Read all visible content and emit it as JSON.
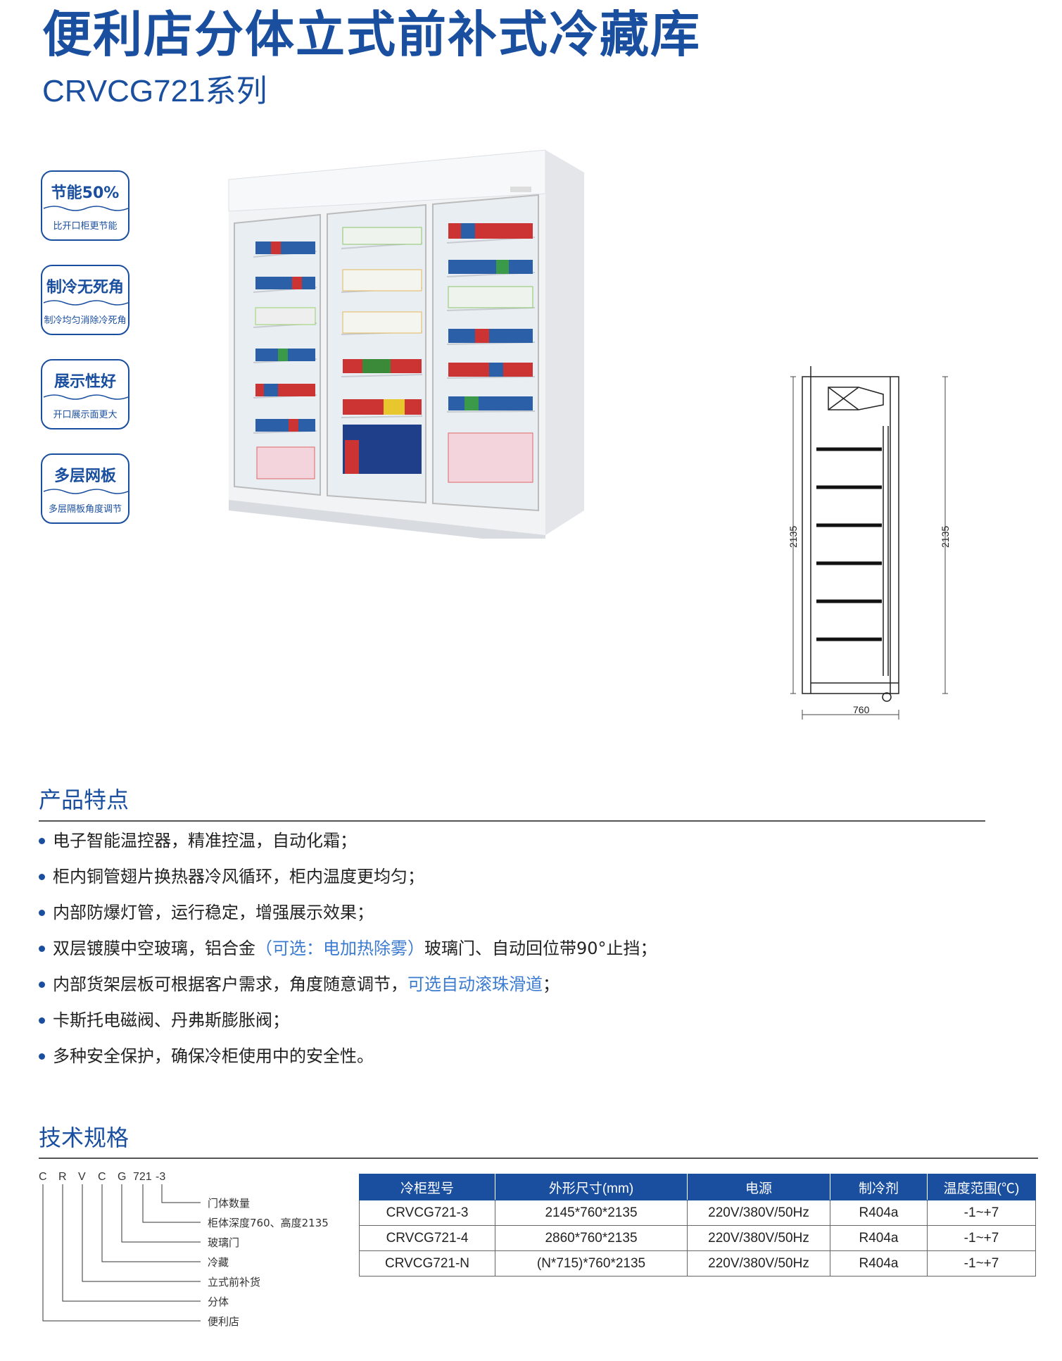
{
  "header": {
    "title": "便利店分体立式前补式冷藏库",
    "subtitle": "CRVCG721系列"
  },
  "badges": [
    {
      "title": "节能50%",
      "sub": "比开口柜更节能"
    },
    {
      "title": "制冷无死角",
      "sub": "制冷均匀消除冷死角"
    },
    {
      "title": "展示性好",
      "sub": "开口展示面更大"
    },
    {
      "title": "多层网板",
      "sub": "多层隔板角度调节"
    }
  ],
  "drawing": {
    "height_left": "2135",
    "height_right": "2135",
    "depth": "760"
  },
  "features": {
    "title": "产品特点",
    "items": [
      {
        "text": "电子智能温控器，精准控温，自动化霜；",
        "hl": "",
        "tail": ""
      },
      {
        "text": "柜内铜管翅片换热器冷风循环，柜内温度更均匀；",
        "hl": "",
        "tail": ""
      },
      {
        "text": "内部防爆灯管，运行稳定，增强展示效果；",
        "hl": "",
        "tail": ""
      },
      {
        "text": "双层镀膜中空玻璃，铝合金",
        "hl": "（可选：电加热除雾）",
        "tail": "玻璃门、自动回位带90°止挡；"
      },
      {
        "text": "内部货架层板可根据客户需求，角度随意调节，",
        "hl": "可选自动滚珠滑道",
        "tail": "；"
      },
      {
        "text": "卡斯托电磁阀、丹弗斯膨胀阀；",
        "hl": "",
        "tail": ""
      },
      {
        "text": "多种安全保护，确保冷柜使用中的安全性。",
        "hl": "",
        "tail": ""
      }
    ]
  },
  "specs_section": {
    "title": "技术规格"
  },
  "model_code": {
    "letters": [
      "C",
      "R",
      "V",
      "C",
      "G",
      "721",
      "-3"
    ],
    "meanings": [
      "门体数量",
      "柜体深度760、高度2135",
      "玻璃门",
      "冷藏",
      "立式前补货",
      "分体",
      "便利店"
    ]
  },
  "spec_table": {
    "headers": [
      "冷柜型号",
      "外形尺寸(mm)",
      "电源",
      "制冷剂",
      "温度范围(℃)"
    ],
    "rows": [
      [
        "CRVCG721-3",
        "2145*760*2135",
        "220V/380V/50Hz",
        "R404a",
        "-1~+7"
      ],
      [
        "CRVCG721-4",
        "2860*760*2135",
        "220V/380V/50Hz",
        "R404a",
        "-1~+7"
      ],
      [
        "CRVCG721-N",
        "(N*715)*760*2135",
        "220V/380V/50Hz",
        "R404a",
        "-1~+7"
      ]
    ]
  },
  "colors": {
    "brand_blue": "#1a4fa0",
    "highlight_blue": "#3b7bd0"
  }
}
